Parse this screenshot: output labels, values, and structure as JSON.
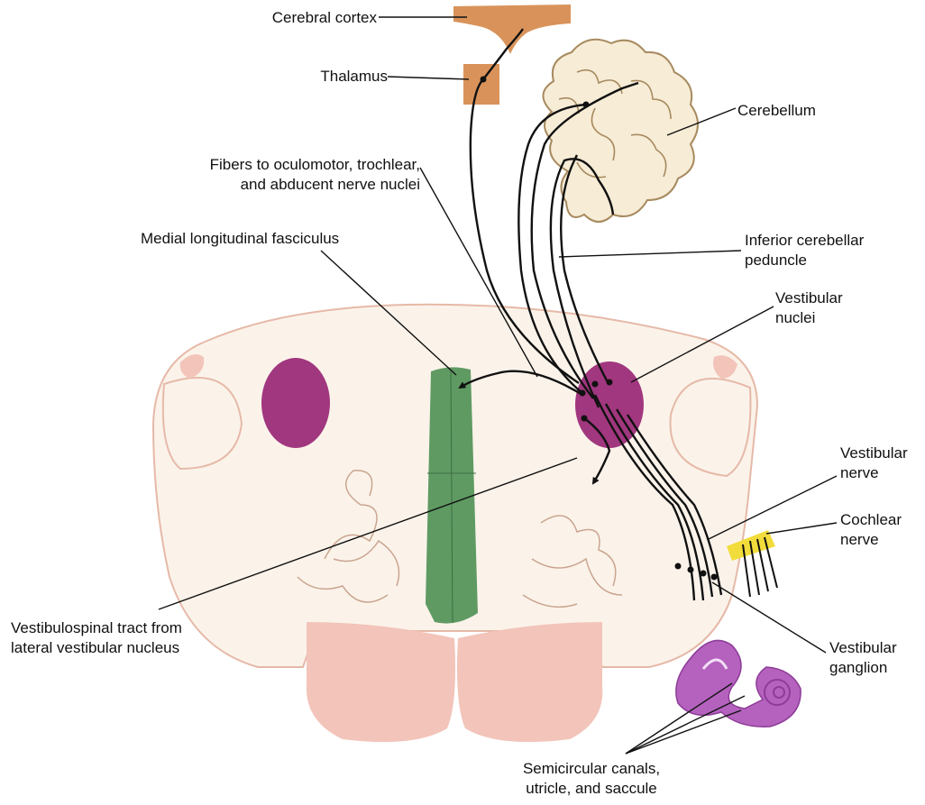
{
  "labels": {
    "cerebral_cortex": "Cerebral cortex",
    "thalamus": "Thalamus",
    "cerebellum": "Cerebellum",
    "fibers_line1": "Fibers to oculomotor, trochlear,",
    "fibers_line2": "and abducent nerve nuclei",
    "mlf": "Medial longitudinal fasciculus",
    "icp_line1": "Inferior cerebellar",
    "icp_line2": "peduncle",
    "vestibular_nuclei_line1": "Vestibular",
    "vestibular_nuclei_line2": "nuclei",
    "vestibular_nerve_line1": "Vestibular",
    "vestibular_nerve_line2": "nerve",
    "cochlear_nerve_line1": "Cochlear",
    "cochlear_nerve_line2": "nerve",
    "vst_line1": "Vestibulospinal tract from",
    "vst_line2": "lateral vestibular nucleus",
    "vestibular_ganglion_line1": "Vestibular",
    "vestibular_ganglion_line2": "ganglion",
    "canals_line1": "Semicircular canals,",
    "canals_line2": "utricle, and saccule"
  },
  "colors": {
    "cortex": "#d9935a",
    "thalamus": "#d9935a",
    "cerebellum_fill": "#f7ecd6",
    "cerebellum_stroke": "#a78a5f",
    "brainstem_fill": "#fbf3ea",
    "brainstem_stroke": "#e6b9a8",
    "pyramid": "#f2c4ba",
    "nucleus": "#a1377f",
    "mlf": "#5f9a63",
    "cochlear_nerve": "#f2dc3b",
    "inner_ear": "#b462be",
    "fiber": "#111111"
  }
}
